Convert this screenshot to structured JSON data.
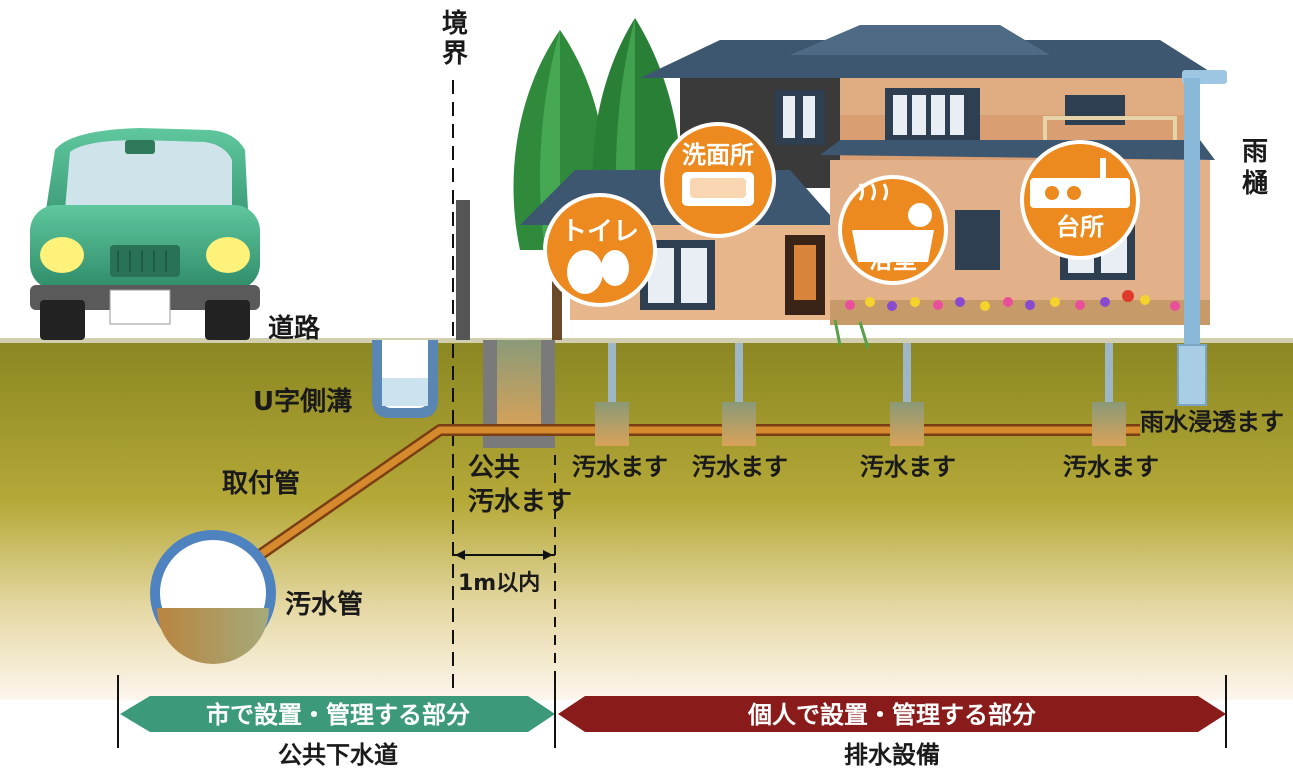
{
  "labels": {
    "boundary": "境界",
    "road": "道路",
    "u_gutter": "U字側溝",
    "connection_pipe": "取付管",
    "sewer_pipe": "汚水管",
    "public_basin_line1": "公共",
    "public_basin_line2": "汚水ます",
    "within_1m": "1m以内",
    "drainpipe": "雨樋",
    "rain_infiltration_basin": "雨水浸透ます"
  },
  "sewage_basins": [
    "汚水ます",
    "汚水ます",
    "汚水ます",
    "汚水ます"
  ],
  "rooms": {
    "toilet": "トイレ",
    "washroom": "洗面所",
    "bathroom": "浴室",
    "kitchen": "台所"
  },
  "bottom": {
    "city_section": "市で設置・管理する部分",
    "city_caption": "公共下水道",
    "private_section": "個人で設置・管理する部分",
    "private_caption": "排水設備"
  },
  "colors": {
    "soil_top": "#8c8a22",
    "soil_bottom": "#fbf1e4",
    "pipe_orange": "#c87a22",
    "badge_orange": "#ec8a1f",
    "city_arrow": "#3c9a7a",
    "private_arrow": "#8a1b1b",
    "car_green": "#3aa079",
    "tree_green": "#2e8a3a",
    "roof_blue": "#3d5770",
    "wall_tan": "#d9a77a",
    "rain_pipe": "#8ab8d8"
  }
}
